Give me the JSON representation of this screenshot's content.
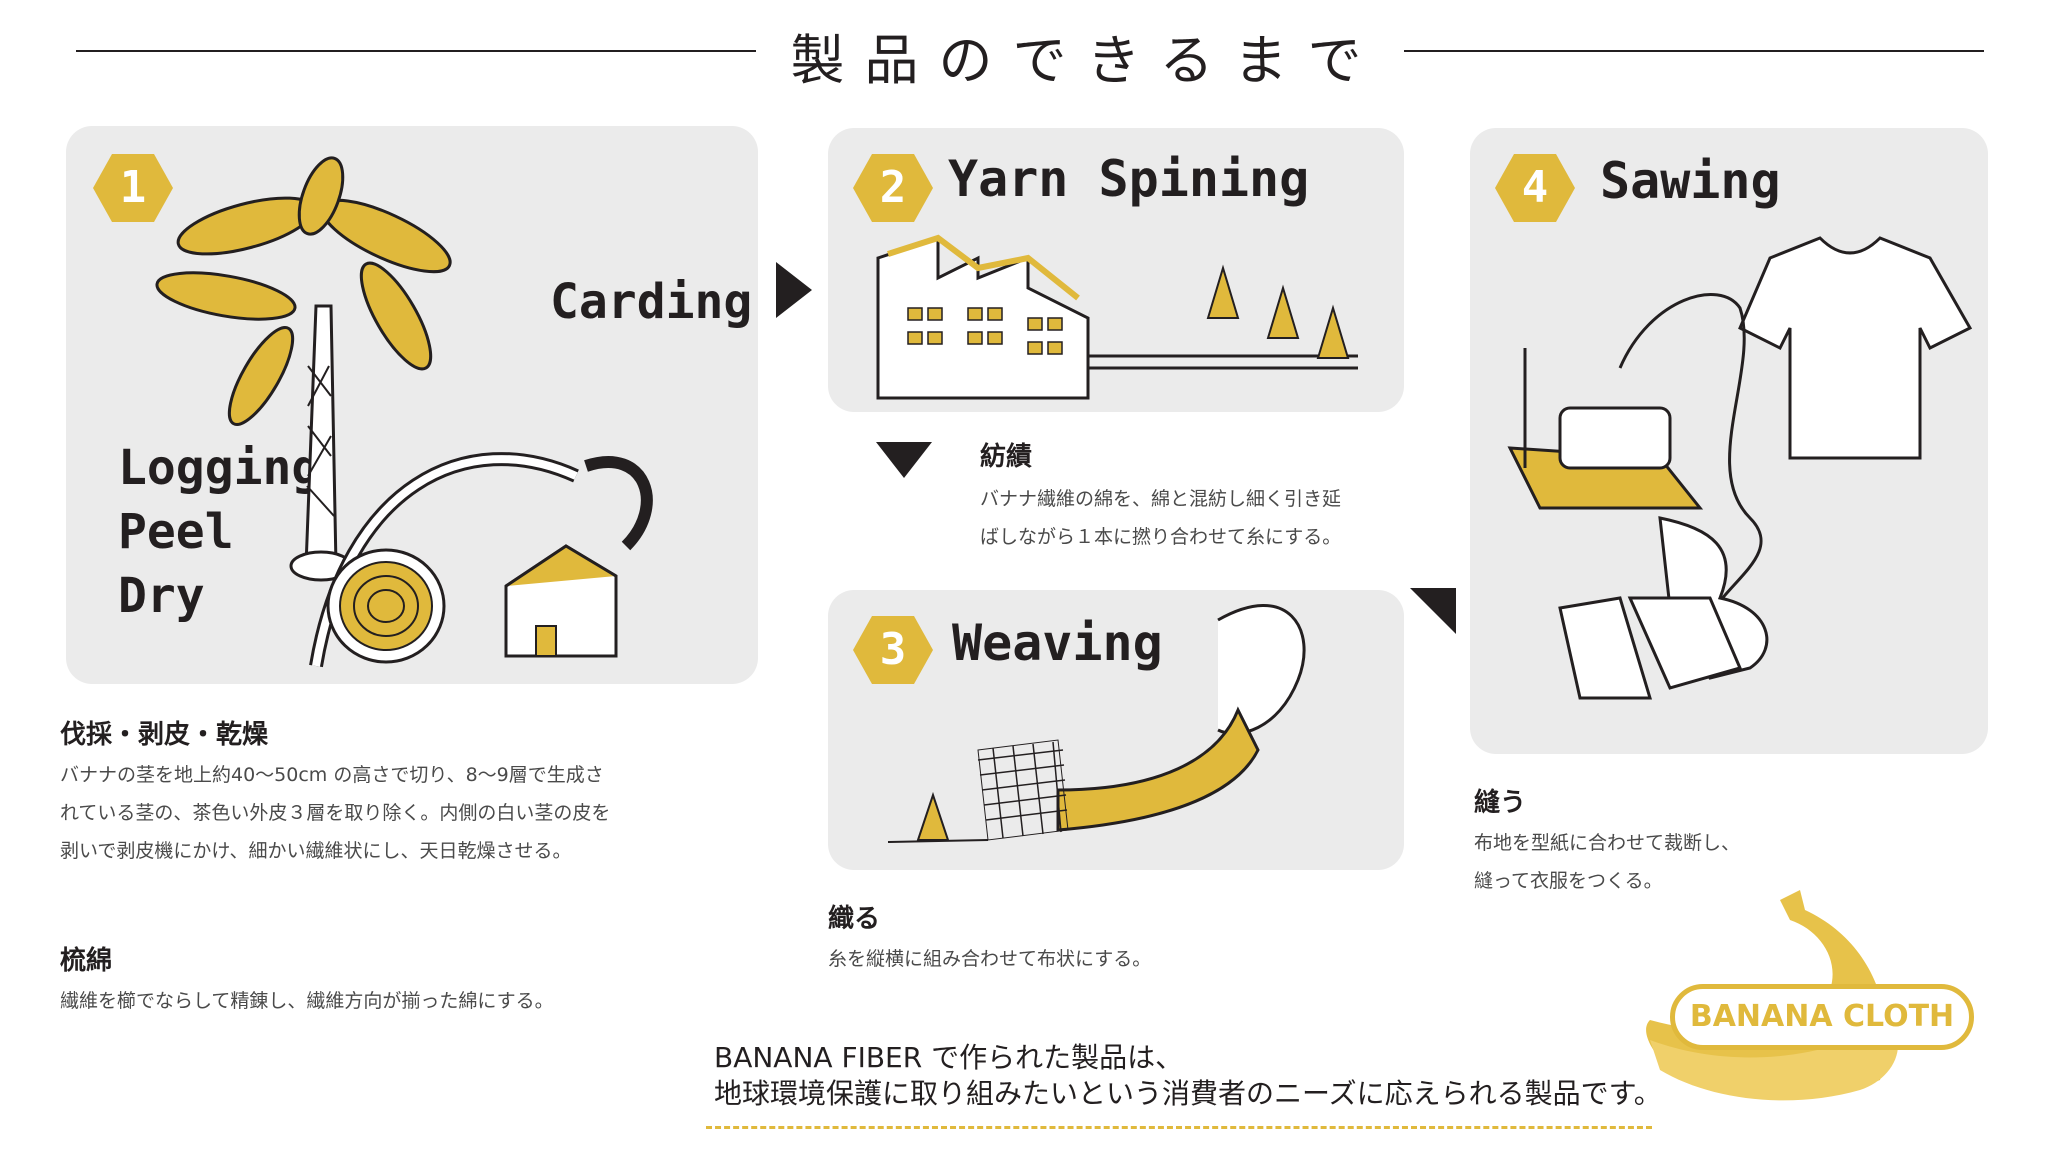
{
  "header": {
    "title": "製品のできるまで"
  },
  "steps": [
    {
      "number": "1",
      "title": "",
      "labels": [
        "Logging",
        "Peel",
        "Dry"
      ],
      "label2": "Carding"
    },
    {
      "number": "2",
      "title": "Yarn Spining"
    },
    {
      "number": "3",
      "title": "Weaving"
    },
    {
      "number": "4",
      "title": "Sawing"
    }
  ],
  "descriptions": {
    "logging": {
      "heading": "伐採・剥皮・乾燥",
      "lines": [
        "バナナの茎を地上約40〜50cm の高さで切り、8〜9層で生成さ",
        "れている茎の、茶色い外皮３層を取り除く。内側の白い茎の皮を",
        "剥いで剥皮機にかけ、細かい繊維状にし、天日乾燥させる。"
      ]
    },
    "carding": {
      "heading": "梳綿",
      "lines": [
        "繊維を櫛でならして精錬し、繊維方向が揃った綿にする。"
      ]
    },
    "spinning": {
      "heading": "紡績",
      "lines": [
        "バナナ繊維の綿を、綿と混紡し細く引き延",
        "ばしながら１本に撚り合わせて糸にする。"
      ]
    },
    "weaving": {
      "heading": "織る",
      "lines": [
        "糸を縦横に組み合わせて布状にする。"
      ]
    },
    "sewing": {
      "heading": "縫う",
      "lines": [
        "布地を型紙に合わせて裁断し、",
        "縫って衣服をつくる。"
      ]
    }
  },
  "footer": {
    "line1": "BANANA FIBER で作られた製品は、",
    "line2": "地球環境保護に取り組みたいという消費者のニーズに応えられる製品です。",
    "badge": "BANANA CLOTH"
  },
  "colors": {
    "accent": "#e0b93c",
    "panel": "#ebebeb",
    "ink": "#231f20",
    "text": "#4a4a4a"
  }
}
